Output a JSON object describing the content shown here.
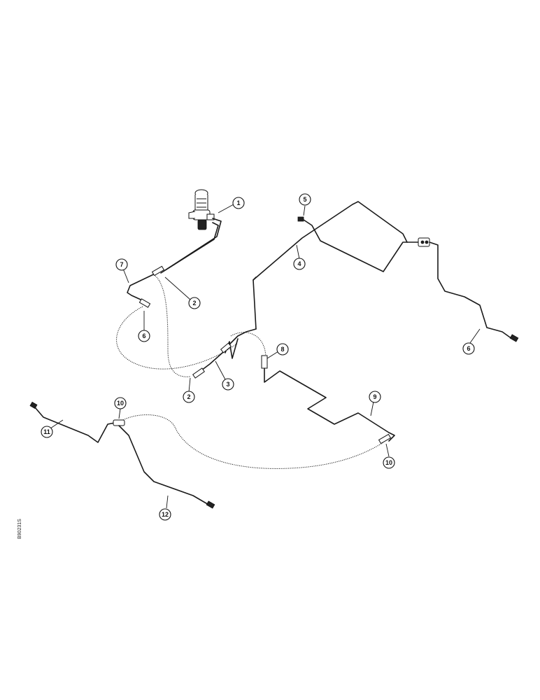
{
  "diagram": {
    "reference_code": "B90231S",
    "callouts": [
      {
        "label": "1"
      },
      {
        "label": "2"
      },
      {
        "label": "2"
      },
      {
        "label": "3"
      },
      {
        "label": "4"
      },
      {
        "label": "5"
      },
      {
        "label": "6"
      },
      {
        "label": "6"
      },
      {
        "label": "7"
      },
      {
        "label": "8"
      },
      {
        "label": "9"
      },
      {
        "label": "10"
      },
      {
        "label": "10"
      },
      {
        "label": "11"
      },
      {
        "label": "12"
      }
    ]
  }
}
